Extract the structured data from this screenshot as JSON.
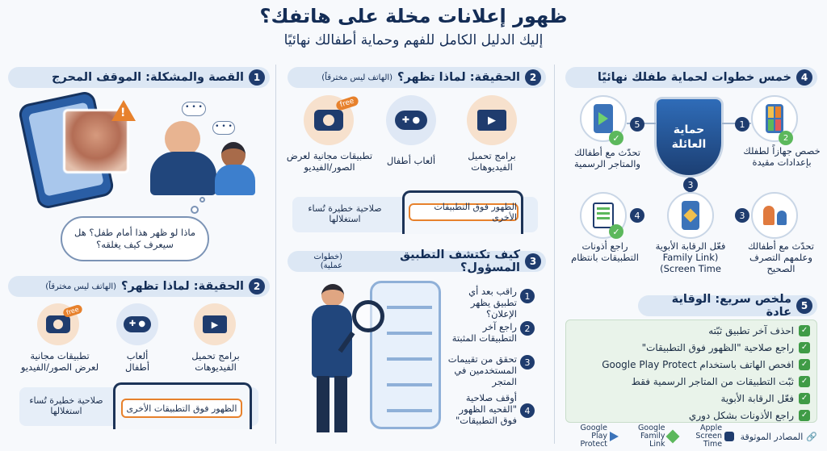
{
  "header": {
    "title": "ظهور إعلانات مخلة على هاتفك؟",
    "subtitle": "إليك الدليل الكامل للفهم وحماية أطفالك نهائيًا"
  },
  "section1": {
    "num": "1",
    "title": "القصة والمشكلة: الموقف المحرج",
    "thought": "ماذا لو ظهر هذا أمام طفل؟ هل سيعرف كيف يغلقه؟"
  },
  "section2": {
    "num": "2",
    "title": "الحقيقة: لماذا تظهر؟",
    "note": "(الهاتف ليس مخترقاً)",
    "items": [
      {
        "label": "برامج تحميل الفيديوهات",
        "icon": "video-icon"
      },
      {
        "label": "ألعاب أطفال",
        "icon": "gamepad-icon"
      },
      {
        "label": "تطبيقات مجانية لعرض الصور/الفيديو",
        "icon": "camera-icon",
        "badge": "free"
      }
    ],
    "overlay_label": "الظهور فوق التطبيقات الأخرى",
    "danger_text": "صلاحية خطيرة تُساء استغلالها"
  },
  "section3": {
    "num": "3",
    "title": "كيف تكتشف التطبيق المسؤول؟",
    "note": "(خطوات عملية)",
    "steps": [
      {
        "num": "1",
        "label": "راقب بعد أي تطبيق يظهر الإعلان؟"
      },
      {
        "num": "2",
        "label": "راجع آخر التطبيقات المثبتة"
      },
      {
        "num": "3",
        "label": "تحقق من تقييمات المستخدمين في المتجر"
      },
      {
        "num": "4",
        "label": "أوقف صلاحية \"القحيه الظهور فوق التطبيقات\""
      }
    ]
  },
  "section4": {
    "num": "4",
    "title": "خمس خطوات لحماية طفلك نهائيًا",
    "shield": "حماية العائلة",
    "steps": [
      {
        "num": "1",
        "label": "خصص جهازاً لطفلك بإعدادات مقيدة",
        "icon": "phone-apps-icon"
      },
      {
        "num": "2",
        "label": "",
        "icon": "check-icon"
      },
      {
        "num": "3",
        "label": "تحدّث مع أطفالك وعلمهم التصرف الصحيح",
        "icon": "family-talk-icon"
      },
      {
        "num": "3",
        "label": "فعّل الرقابة الأبوية (Family Link Screen Time)",
        "icon": "family-link-icon"
      },
      {
        "num": "4",
        "label": "راجع أذونات التطبيقات بانتظام",
        "icon": "checklist-icon"
      },
      {
        "num": "5",
        "label": "تحدّث مع أطفالك والمتاجر الرسمية",
        "icon": "play-store-icon"
      }
    ]
  },
  "section5": {
    "num": "5",
    "title": "ملخص سريع: الوقاية عادة",
    "items": [
      "احذف آخر تطبيق ثبّته",
      "راجع صلاحية \"الظهور فوق التطبيقات\"",
      "افحص الهاتف باستخدام Google Play Protect",
      "ثبّت التطبيقات من المتاجر الرسمية فقط",
      "فعّل الرقابة الأبوية",
      "راجع الأذونات بشكل دوري"
    ],
    "sources_label": "المصادر الموثوقة",
    "sources": [
      "Google Play Protect",
      "Google Family Link",
      "Apple Screen Time"
    ]
  },
  "colors": {
    "navy": "#1f3c6e",
    "orange": "#e7812c",
    "green": "#3f9b46",
    "light_blue": "#dce7f4"
  }
}
